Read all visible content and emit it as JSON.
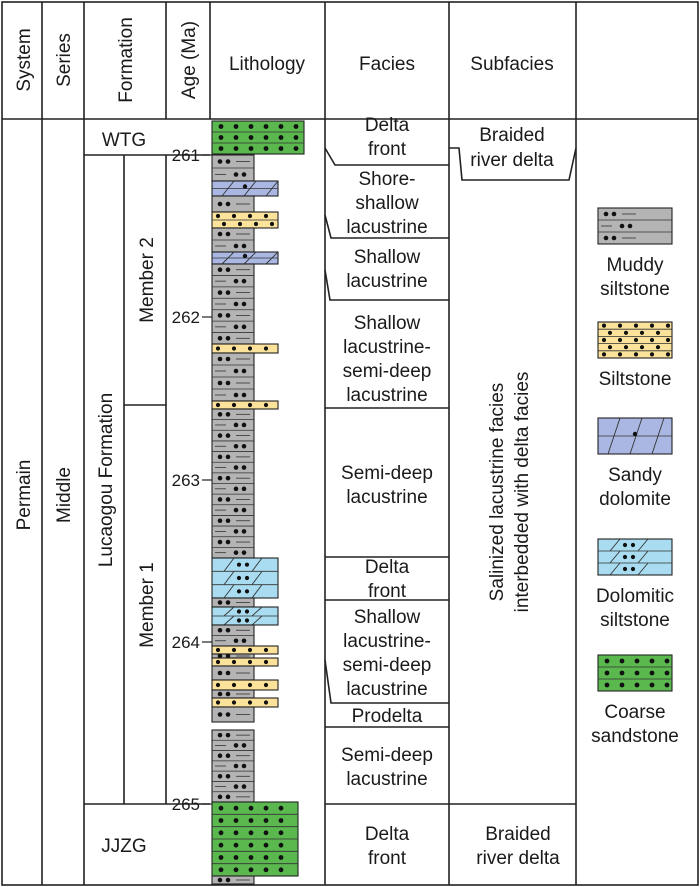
{
  "headers": {
    "system": "System",
    "series": "Series",
    "formation": "Formation",
    "age": "Age (Ma)",
    "lithology": "Lithology",
    "facies": "Facies",
    "subfacies": "Subfacies"
  },
  "system": "Permain",
  "series": "Middle",
  "formations": {
    "top": "WTG",
    "main": "Lucaogou Formation",
    "bottom": "JJZG"
  },
  "members": {
    "m2": "Member 2",
    "m1": "Member 1"
  },
  "ages": [
    "261",
    "262",
    "263",
    "264",
    "265"
  ],
  "facies": [
    [
      "Delta",
      "front"
    ],
    [
      "Shore-",
      "shallow",
      "lacustrine"
    ],
    [
      "Shallow",
      "lacustrine"
    ],
    [
      "Shallow",
      "lacustrine-",
      "semi-deep",
      "lacustrine"
    ],
    [
      "Semi-deep",
      "lacustrine"
    ],
    [
      "Delta",
      "front"
    ],
    [
      "Shallow",
      "lacustrine-",
      "semi-deep",
      "lacustrine"
    ],
    [
      "Prodelta"
    ],
    [
      "Semi-deep",
      "lacustrine"
    ],
    [
      "Delta",
      "front"
    ]
  ],
  "subfacies": {
    "top": [
      "Braided",
      "river delta"
    ],
    "middle": [
      "Salinized lacustrine facies",
      "interbedded with delta facies"
    ],
    "bottom": [
      "Braided",
      "river delta"
    ]
  },
  "legend": [
    {
      "key": "muddy",
      "lines": [
        "Muddy",
        "siltstone"
      ],
      "color": "#b4b4b4"
    },
    {
      "key": "silt",
      "lines": [
        "Siltstone"
      ],
      "color": "#fbe39b"
    },
    {
      "key": "sandydol",
      "lines": [
        "Sandy",
        "dolomite"
      ],
      "color": "#a9b7e2"
    },
    {
      "key": "doldsilt",
      "lines": [
        "Dolomitic",
        "siltstone"
      ],
      "color": "#a9dcf0"
    },
    {
      "key": "coarse",
      "lines": [
        "Coarse",
        "sandstone"
      ],
      "color": "#5ab84f"
    }
  ],
  "colors": {
    "muddy": "#b4b4b4",
    "silt": "#fbe39b",
    "sandydol": "#a9b7e2",
    "doldsilt": "#a9dcf0",
    "coarse": "#5ab84f"
  }
}
